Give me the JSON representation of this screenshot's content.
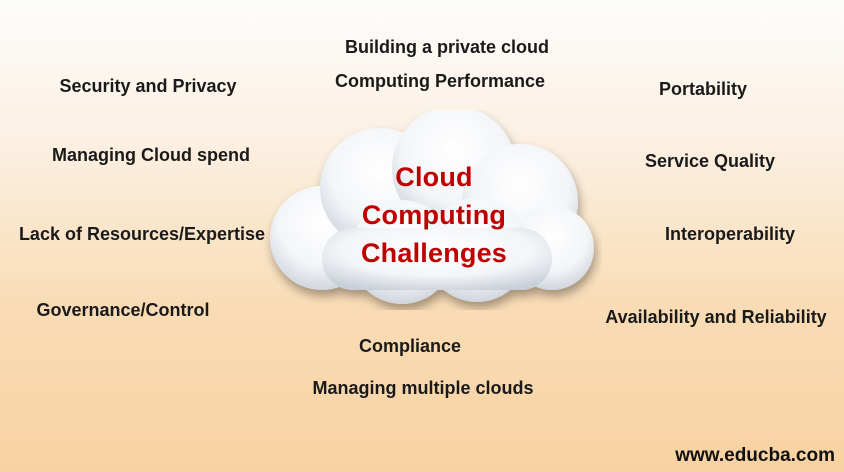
{
  "center": {
    "line1": "Cloud",
    "line2": "Computing",
    "line3": "Challenges"
  },
  "items": {
    "building_private_cloud": "Building a private cloud",
    "computing_performance": "Computing Performance",
    "security_privacy": "Security and Privacy",
    "portability": "Portability",
    "managing_cloud_spend": "Managing Cloud spend",
    "service_quality": "Service Quality",
    "lack_resources": "Lack of Resources/Expertise",
    "interoperability": "Interoperability",
    "governance": "Governance/Control",
    "availability": "Availability and Reliability",
    "compliance": "Compliance",
    "managing_multiple_clouds": "Managing multiple clouds"
  },
  "watermark": "www.educba.com",
  "colors": {
    "title": "#c00000",
    "text": "#1a1a1a"
  }
}
